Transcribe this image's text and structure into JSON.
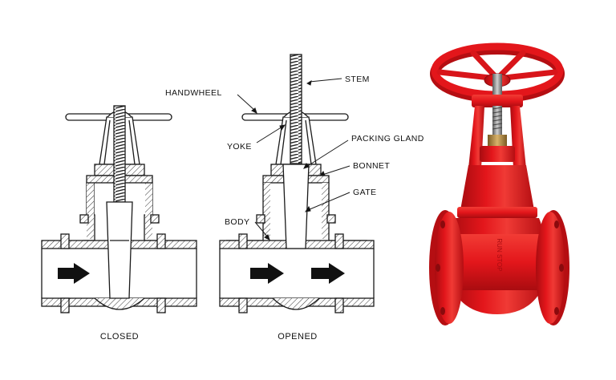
{
  "diagram": {
    "labels": {
      "stem": "STEM",
      "handwheel": "HANDWHEEL",
      "yoke": "YOKE",
      "packing_gland": "PACKING GLAND",
      "bonnet": "BONNET",
      "gate": "GATE",
      "body": "BODY"
    },
    "captions": {
      "closed": "CLOSED",
      "opened": "OPENED"
    }
  },
  "photo": {
    "embossed_text": "RUN STOP",
    "colors": {
      "valve_red": "#e3161b",
      "valve_dark_red": "#a90c10",
      "brass_nut": "#b08a3c",
      "steel_stem": "#8a8a8a"
    }
  },
  "colors": {
    "line": "#1a1a1a",
    "hatch_fill": "#d9d9d9"
  }
}
